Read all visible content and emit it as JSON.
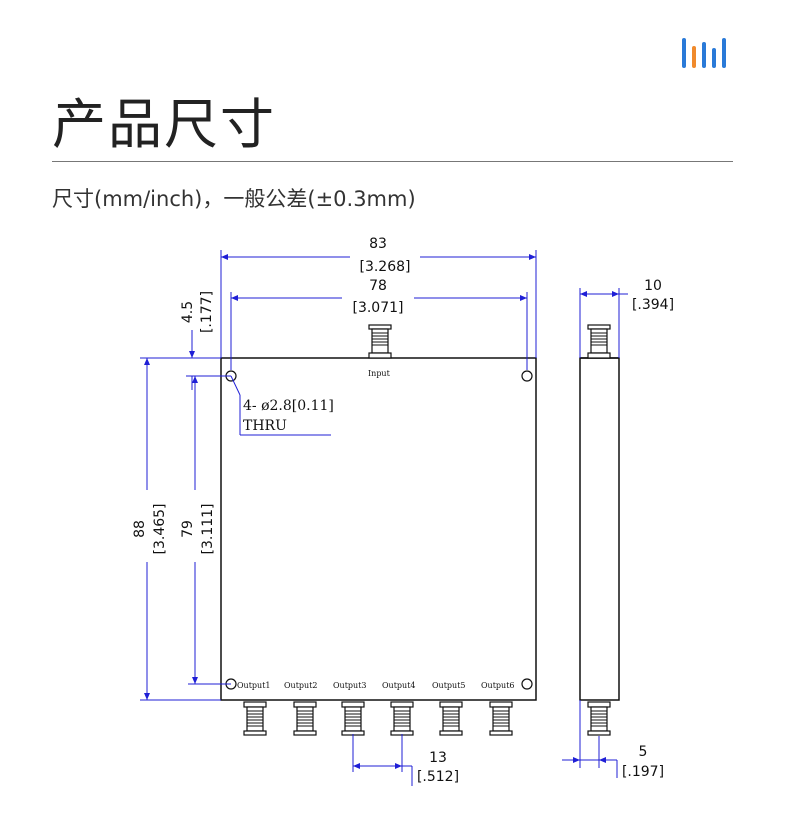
{
  "header": {
    "title": "产品尺寸",
    "subtitle": "尺寸(mm/inch)，一般公差(±0.3mm)"
  },
  "colors": {
    "dimension_line": "#1f1fd6",
    "outline": "#111111",
    "logo_blue": "#2a7ad8",
    "logo_orange": "#f08a2c"
  },
  "logo": {
    "icon": "bars-logo-icon"
  },
  "diagram": {
    "input_label": "Input",
    "output_labels": [
      "Output1",
      "Output2",
      "Output3",
      "Output4",
      "Output5",
      "Output6"
    ],
    "hole_note": "4- ø2.8[0.11]",
    "thru_note": "THRU",
    "dims": {
      "overall_width": {
        "mm": "83",
        "inch": "[3.268]"
      },
      "hole_spacing_x": {
        "mm": "78",
        "inch": "[3.071]"
      },
      "hole_offset_top": {
        "mm": "4.5",
        "inch": "[.177]"
      },
      "overall_height": {
        "mm": "88",
        "inch": "[3.465]"
      },
      "hole_spacing_y": {
        "mm": "79",
        "inch": "[3.111]"
      },
      "output_pitch": {
        "mm": "13",
        "inch": "[.512]"
      },
      "thickness": {
        "mm": "10",
        "inch": "[.394]"
      },
      "connector_offset": {
        "mm": "5",
        "inch": "[.197]"
      }
    }
  }
}
